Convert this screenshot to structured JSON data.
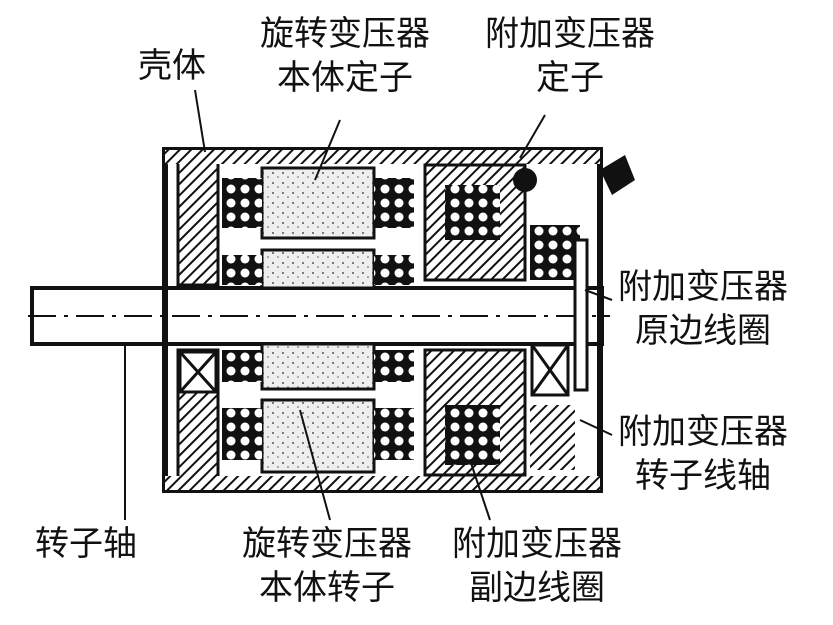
{
  "labels": {
    "housing": "壳体",
    "resolver_stator": [
      "旋转变压器",
      "本体定子"
    ],
    "aux_stator": [
      "附加变压器",
      "定子"
    ],
    "aux_primary": [
      "附加变压器",
      "原边线圈"
    ],
    "aux_rotor_bobbin": [
      "附加变压器",
      "转子线轴"
    ],
    "rotor_shaft": "转子轴",
    "resolver_rotor": [
      "旋转变压器",
      "本体转子"
    ],
    "aux_secondary": [
      "附加变压器",
      "副边线圈"
    ]
  },
  "colors": {
    "ink": "#111111",
    "stipple": "#e8e8e8",
    "background": "#ffffff"
  }
}
